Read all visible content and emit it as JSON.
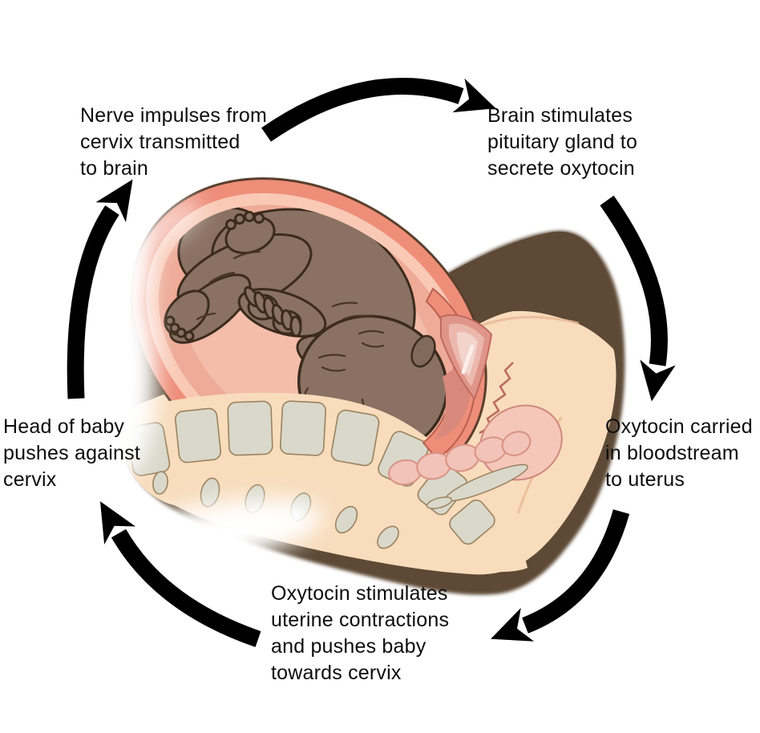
{
  "figure": {
    "kind": "cycle-diagram",
    "illustration_alt": "Sagittal view of full-term fetus curled head-down inside the uterus within the maternal pelvis, head pressing against the cervix"
  },
  "steps": [
    {
      "id": "nerve-impulses",
      "region": "top-left",
      "label": "Nerve impulses from\ncervix transmitted\nto brain"
    },
    {
      "id": "brain-stimulates",
      "region": "top-right",
      "label": "Brain stimulates\npituitary gland to\nsecrete oxytocin"
    },
    {
      "id": "oxytocin-carried",
      "region": "right",
      "label": "Oxytocin carried\nin bloodstream\nto uterus"
    },
    {
      "id": "oxytocin-stimulates",
      "region": "bottom",
      "label": "Oxytocin stimulates\nuterine contractions\nand pushes baby\ntowards cervix"
    },
    {
      "id": "head-of-baby",
      "region": "left",
      "label": "Head of baby\npushes against\ncervix"
    }
  ],
  "arrows": [
    {
      "name": "arrow-top",
      "from": "nerve-impulses",
      "to": "brain-stimulates"
    },
    {
      "name": "arrow-right",
      "from": "brain-stimulates",
      "to": "oxytocin-carried"
    },
    {
      "name": "arrow-bottom-right",
      "from": "oxytocin-carried",
      "to": "oxytocin-stimulates"
    },
    {
      "name": "arrow-bottom-left",
      "from": "oxytocin-stimulates",
      "to": "head-of-baby"
    },
    {
      "name": "arrow-left",
      "from": "head-of-baby",
      "to": "nerve-impulses"
    }
  ],
  "colors": {
    "background": "#ffffff",
    "text": "#0d0d0d",
    "arrow": "#000000",
    "body_silhouette": "#5d4936",
    "skin": "#f8dcbc",
    "uterus_wall": "#ee8e79",
    "uterus_lining": "#f9c9b6",
    "amniotic": "#eeab97",
    "amniotic_light": "#f3bfac",
    "fetus_skin": "#8a7163",
    "fetus_outline": "#3c2b1c",
    "bone": "#d9d8ca",
    "organ_pink": "#f5c7bb",
    "organ_pink_deep": "#e0958a"
  }
}
